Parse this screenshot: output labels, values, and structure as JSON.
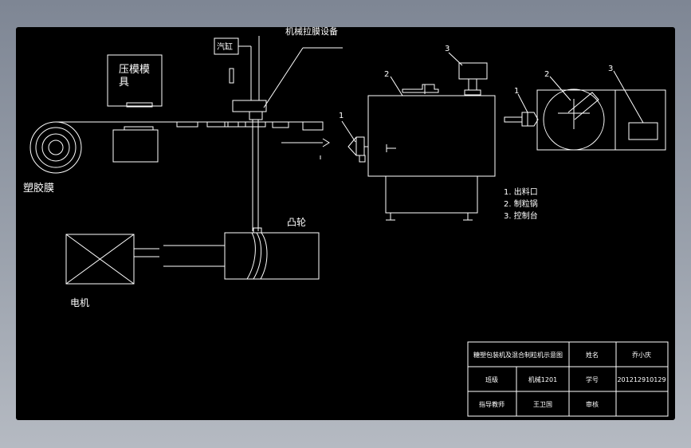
{
  "labels": {
    "film_stretch": "机械拉膜设备",
    "cylinder": "汽缸",
    "press_mold": "压模模",
    "press_mold_2": "具",
    "plastic_film": "塑胶膜",
    "cam": "凸轮",
    "motor": "电机",
    "callout_1a": "1",
    "callout_2a": "2",
    "callout_3a": "3",
    "callout_1b": "1",
    "callout_2b": "2",
    "callout_3b": "3"
  },
  "legend": [
    "1. 出料口",
    "2. 制粒锅",
    "3. 控制台"
  ],
  "title_block": {
    "title": "糖塑包装机及混合制粒机示意图",
    "name_label": "姓名",
    "name_value": "乔小庆",
    "class_label": "班级",
    "class_value": "机械1201",
    "id_label": "学号",
    "id_value": "201212910129",
    "advisor_label": "指导教师",
    "advisor_value": "王卫国",
    "review_label": "审核",
    "review_value": ""
  },
  "colors": {
    "canvas": "#000000",
    "line": "#ffffff",
    "background_top": "#7e8694",
    "background_bottom": "#b5bac2"
  }
}
